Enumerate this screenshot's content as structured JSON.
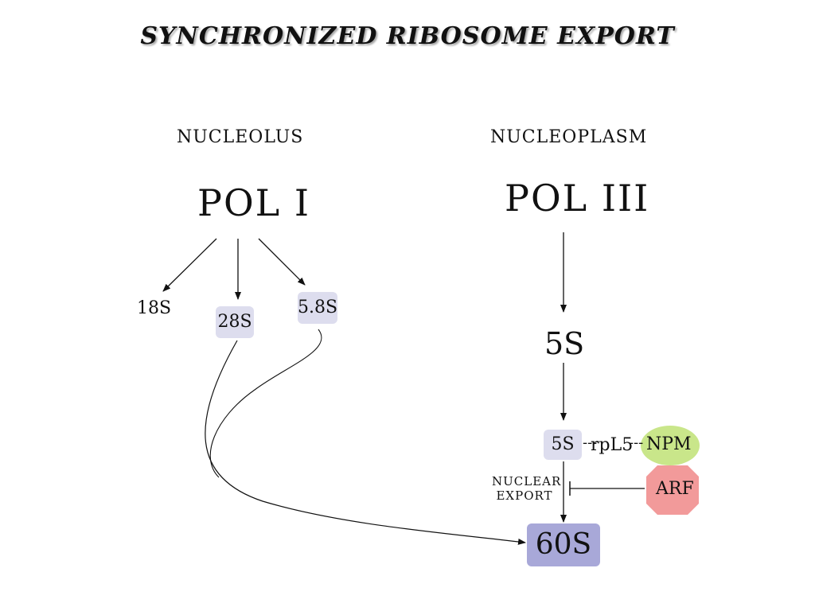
{
  "title": "SYNCHRONIZED RIBOSOME EXPORT",
  "regions": {
    "left": "NUCLEOLUS",
    "right": "NUCLEOPLASM"
  },
  "polymerases": {
    "left": "POL I",
    "right": "POL III"
  },
  "pol1_products": {
    "a": "18S",
    "b": "28S",
    "c": "5.8S"
  },
  "pol3_product": "5S",
  "complex": {
    "five_s": "5S",
    "link1": "---",
    "rpl5": "rpL5",
    "link2": "---",
    "npm": "NPM"
  },
  "arf": "ARF",
  "export_label": {
    "line1": "NUCLEAR",
    "line2": "EXPORT"
  },
  "subunit": "60S",
  "colors": {
    "box_light": "#ddddee",
    "box_60s": "#a8a8d8",
    "npm": "#c9e68a",
    "arf": "#f29a9a",
    "line": "#111111"
  }
}
